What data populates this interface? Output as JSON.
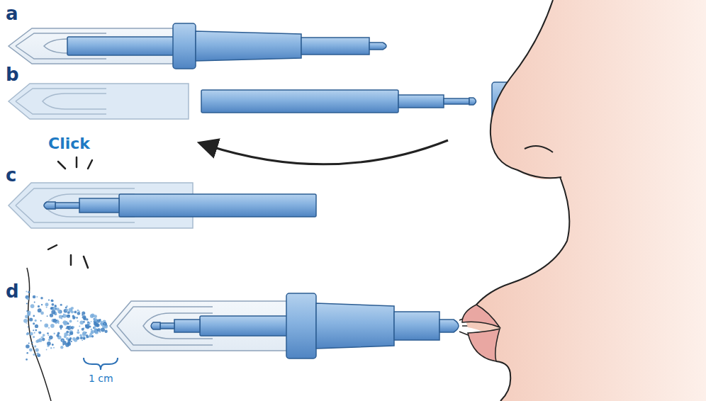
{
  "diagram": {
    "labels": [
      "a",
      "b",
      "c",
      "d",
      "Click",
      "1 cm"
    ]
  }
}
